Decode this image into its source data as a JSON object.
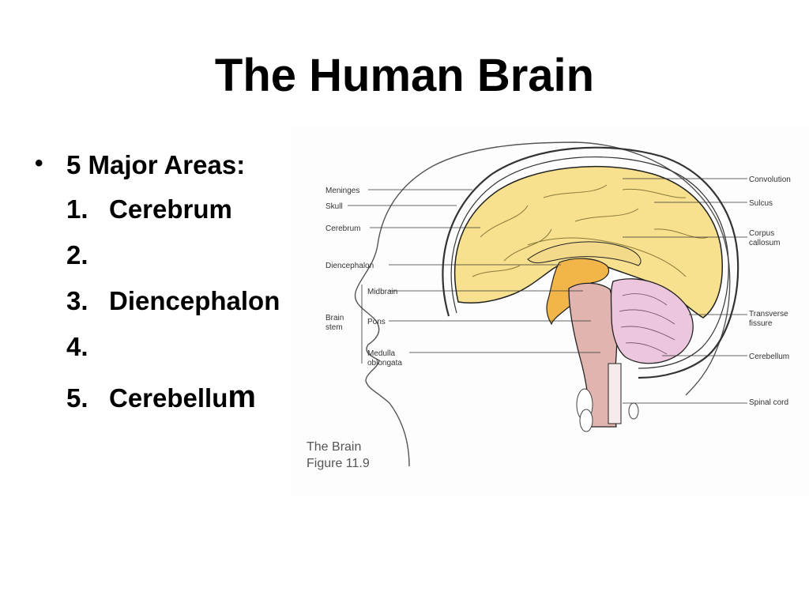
{
  "slide": {
    "title": "The Human Brain",
    "bullet": "5 Major Areas:",
    "items": [
      {
        "num": "1.",
        "text": "Cerebrum"
      },
      {
        "num": "2.",
        "text": ""
      },
      {
        "num": "3.",
        "text": "Diencephalon"
      },
      {
        "num": "4.",
        "text": ""
      },
      {
        "num": "5.",
        "text": "Cerebellu",
        "tail": "m"
      }
    ]
  },
  "figure": {
    "left_labels": {
      "meninges": "Meninges",
      "skull": "Skull",
      "cerebrum": "Cerebrum",
      "diencephalon": "Diencephalon",
      "brain": "Brain",
      "stem": "stem",
      "midbrain": "Midbrain",
      "pons": "Pons",
      "medulla": "Medulla",
      "oblongata": "oblongata"
    },
    "right_labels": {
      "convolution": "Convolution",
      "sulcus": "Sulcus",
      "corpus": "Corpus",
      "callosum": "callosum",
      "transverse": "Transverse",
      "fissure": "fissure",
      "cerebellum": "Cerebellum",
      "spinal_cord": "Spinal cord"
    },
    "caption_line1": "The Brain",
    "caption_line2": "Figure 11.9",
    "colors": {
      "cerebrum": "#f7e08e",
      "diencephalon": "#f2b54a",
      "brainstem": "#e2b4b0",
      "cerebellum": "#ecc6dc",
      "outline": "#222222"
    }
  }
}
